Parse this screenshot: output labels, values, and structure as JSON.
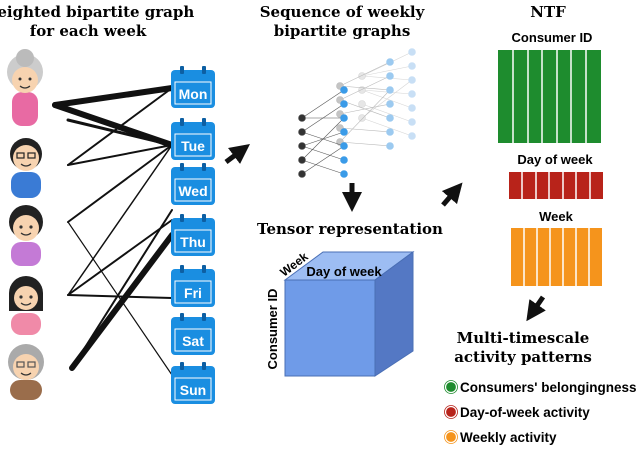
{
  "titles": {
    "left_line1": "Weighted bipartite graph",
    "left_line2": "for each week",
    "middle_line1": "Sequence of weekly",
    "middle_line2": "bipartite graphs",
    "ntf": "NTF",
    "tensor": "Tensor representation",
    "patterns_line1": "Multi-timescale",
    "patterns_line2": "activity patterns"
  },
  "days": [
    "Mon",
    "Tue",
    "Wed",
    "Thu",
    "Fri",
    "Sat",
    "Sun"
  ],
  "tensor_labels": {
    "week": "Week",
    "day_of_week": "Day of week",
    "consumer_id": "Consumer ID"
  },
  "ntf_labels": {
    "consumer_id": "Consumer ID",
    "day_of_week": "Day of week",
    "week": "Week"
  },
  "legend": [
    {
      "label": "Consumers' belongingness",
      "color": "#1e8c2e"
    },
    {
      "label": "Day-of-week activity",
      "color": "#b8231a"
    },
    {
      "label": "Weekly activity",
      "color": "#f5941c"
    }
  ],
  "colors": {
    "calendar": "#1a8ee1",
    "cube_front": "#6f9be8",
    "cube_top": "#9dbdf3",
    "cube_side": "#5478c4",
    "green": "#1e8c2e",
    "red": "#b8231a",
    "orange": "#f5941c"
  }
}
